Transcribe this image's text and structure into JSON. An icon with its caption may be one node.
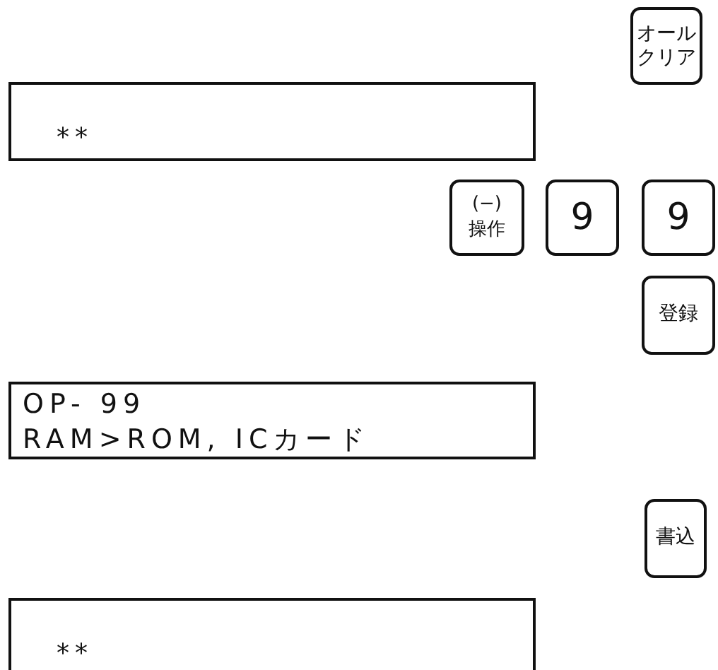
{
  "diagram": {
    "nodes": [
      {
        "text": [
          "オールクリア"
        ]
      },
      {
        "text": [
          "**"
        ]
      },
      {
        "text": [
          "(−)",
          "操作"
        ]
      },
      {
        "text": [
          "9"
        ]
      },
      {
        "text": [
          "9"
        ]
      },
      {
        "text": [
          "登録"
        ]
      },
      {
        "text": [
          "OP- 99",
          "RAM>ROM, ICカード"
        ]
      },
      {
        "text": [
          "書込"
        ]
      },
      {
        "text": [
          "**"
        ]
      }
    ]
  }
}
